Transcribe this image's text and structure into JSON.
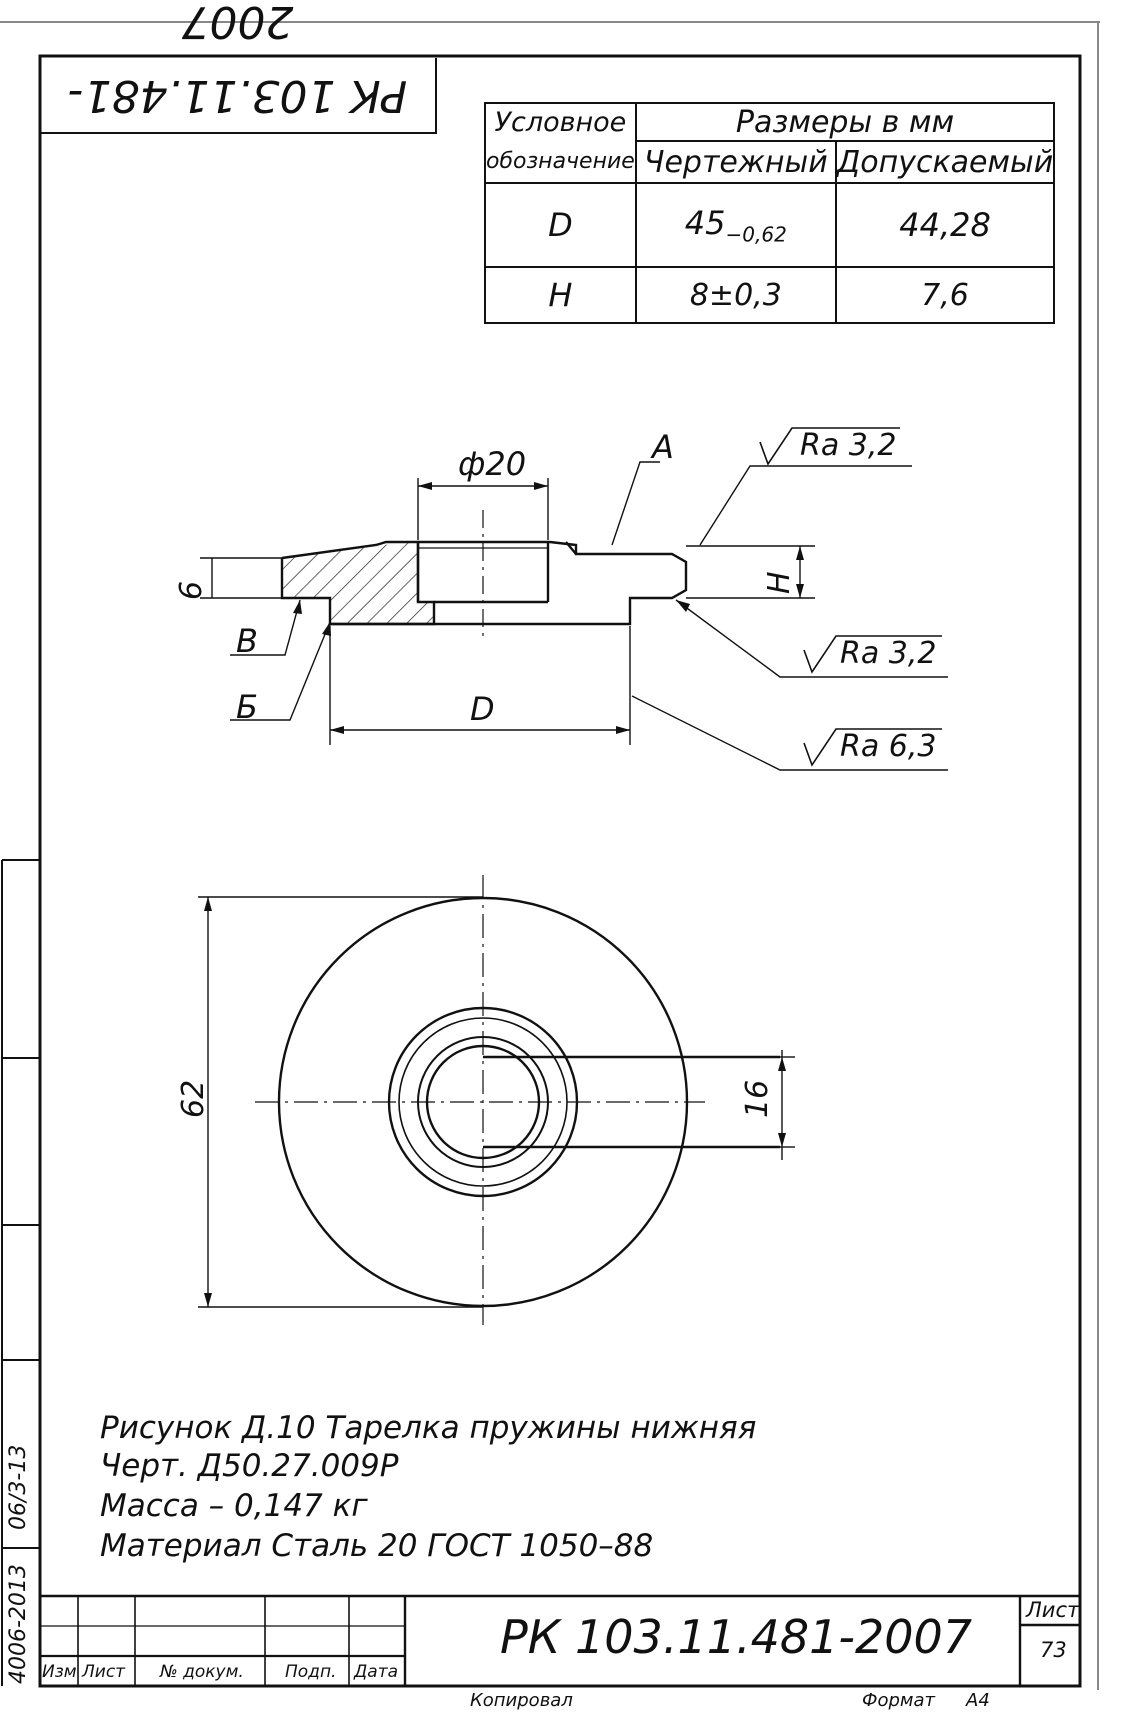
{
  "stamp": {
    "code_rotated": "РК 103.11.481-2007"
  },
  "size_table": {
    "header_designation_line1": "Условное",
    "header_designation_line2": "обозначение",
    "header_sizes": "Размеры в мм",
    "header_drawing": "Чертежный",
    "header_allowed": "Допускаемый",
    "rows": [
      {
        "name": "D",
        "drawing_main": "45",
        "drawing_tol": "−0,62",
        "allowed": "44,28"
      },
      {
        "name": "H",
        "drawing_main": "8±0,3",
        "drawing_tol": "",
        "allowed": "7,6"
      }
    ]
  },
  "section_view": {
    "dia": "ф20",
    "label_a": "A",
    "label_b_cyr": "Б",
    "label_v": "В",
    "label_d": "D",
    "label_h": "H",
    "label_6": "6",
    "rough1": "Ra 3,2",
    "rough2": "Ra 3,2",
    "rough3": "Ra 6,3"
  },
  "plan_view": {
    "dim_62": "62",
    "dim_16": "16"
  },
  "notes": {
    "line1": "Рисунок Д.10 Тарелка пружины нижняя",
    "line2": "Черт. Д50.27.009Р",
    "line3": "Масса – 0,147 кг",
    "line4": "Материал Сталь 20 ГОСТ 1050–88"
  },
  "side_stamp": {
    "text": "4006-2013",
    "date": "06/3-13"
  },
  "title_block": {
    "doc_code": "РК 103.11.481-2007",
    "col_izm": "Изм",
    "col_list": "Лист",
    "col_doc": "№ докум.",
    "col_sign": "Подп.",
    "col_date": "Дата",
    "sheet_label": "Лист",
    "sheet_num": "73",
    "copied": "Копировал",
    "format_label": "Формат",
    "format_value": "А4"
  }
}
